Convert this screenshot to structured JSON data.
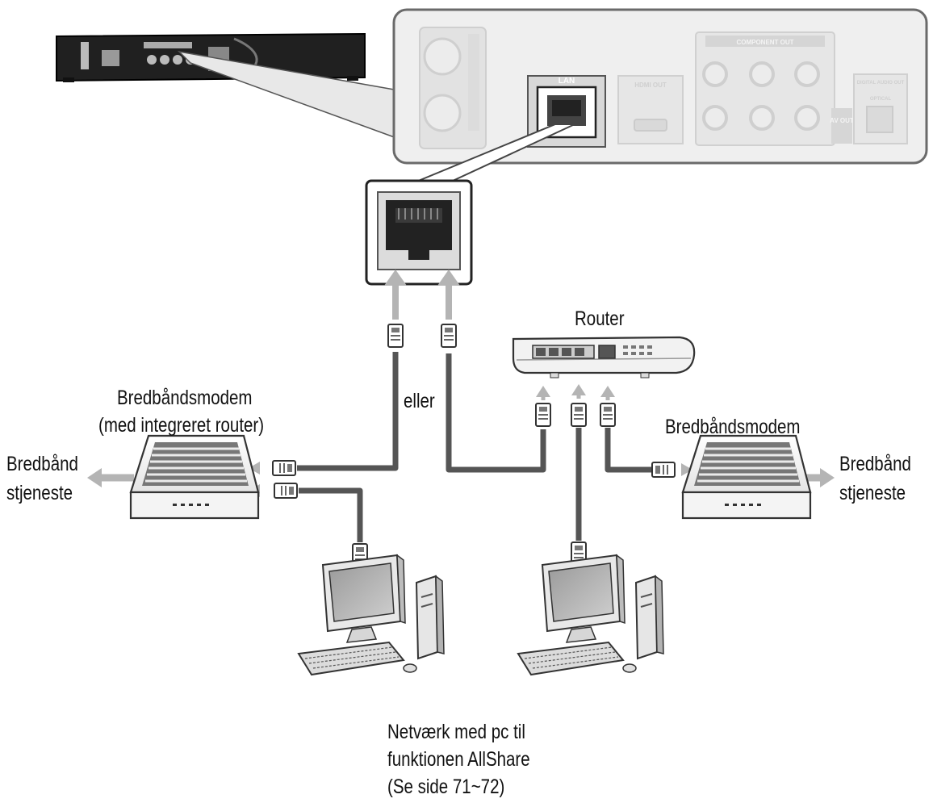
{
  "device_panel": {
    "lan_label": "LAN",
    "hdmi_label": "HDMI OUT",
    "component_label": "COMPONENT OUT",
    "av_out_label": "AV OUT",
    "digital_audio_label": "DIGITAL AUDIO OUT",
    "optical_label": "OPTICAL"
  },
  "labels": {
    "router": "Router",
    "or": "eller",
    "modem_left_line1": "Bredbåndsmodem",
    "modem_left_line2": "(med integreret router)",
    "modem_right": "Bredbåndsmodem",
    "service_left_line1": "Bredbånd",
    "service_left_line2": "stjeneste",
    "service_right_line1": "Bredbånd",
    "service_right_line2": "stjeneste",
    "caption_line1": "Netværk med pc til",
    "caption_line2": "funktionen AllShare",
    "caption_line3": "(Se side 71~72)"
  },
  "colors": {
    "cable": "#555555",
    "arrow": "#b4b4b4",
    "panel_bg": "#efefef",
    "panel_border": "#6a6a6a",
    "device_dark": "#2a2a2a"
  }
}
